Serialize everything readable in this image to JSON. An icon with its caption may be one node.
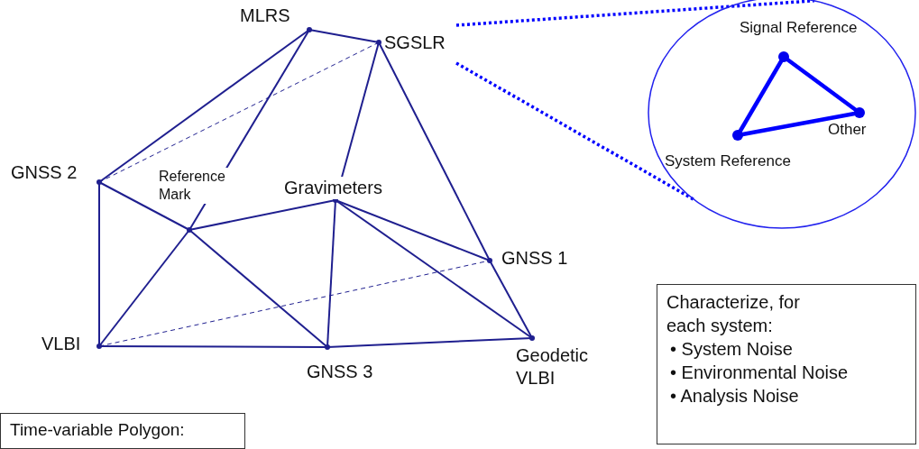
{
  "diagram": {
    "nodes": [
      {
        "text": [
          "MLRS"
        ]
      },
      {
        "text": [
          "SGSLR"
        ]
      },
      {
        "text": [
          "GNSS 2"
        ]
      },
      {
        "text": [
          "Reference Mark"
        ]
      },
      {
        "text": [
          "Gravimeters"
        ]
      },
      {
        "text": [
          "GNSS 1"
        ]
      },
      {
        "text": [
          "VLBI"
        ]
      },
      {
        "text": [
          "GNSS 3"
        ]
      },
      {
        "text": [
          "Geodetic VLBI"
        ]
      },
      {
        "text": [],
        "shape": "circle"
      },
      {
        "text": [
          "Signal Reference"
        ],
        "in": 9
      },
      {
        "text": [
          "Other"
        ],
        "in": 9
      },
      {
        "text": [
          "System Reference"
        ],
        "in": 9
      },
      {
        "text": [
          "Characterize, for each system:",
          "• System Noise",
          "• Environmental Noise",
          "• Analysis Noise"
        ]
      },
      {
        "text": [
          "Time-variable Polygon:"
        ]
      }
    ],
    "edges": [
      {
        "from": 0,
        "to": 1,
        "arrow": "none"
      },
      {
        "from": 0,
        "to": 2,
        "arrow": "none"
      },
      {
        "from": 0,
        "to": 3,
        "arrow": "none"
      },
      {
        "from": 1,
        "to": 2,
        "arrow": "none",
        "style": "dashed"
      },
      {
        "from": 1,
        "to": 4,
        "arrow": "none"
      },
      {
        "from": 1,
        "to": 5,
        "arrow": "none"
      },
      {
        "from": 5,
        "to": 8,
        "arrow": "none"
      },
      {
        "from": 2,
        "to": 6,
        "arrow": "none"
      },
      {
        "from": 2,
        "to": 3,
        "arrow": "none"
      },
      {
        "from": 3,
        "to": 4,
        "arrow": "none"
      },
      {
        "from": 3,
        "to": 6,
        "arrow": "none"
      },
      {
        "from": 3,
        "to": 7,
        "arrow": "none"
      },
      {
        "from": 4,
        "to": 7,
        "arrow": "none"
      },
      {
        "from": 4,
        "to": 5,
        "arrow": "none"
      },
      {
        "from": 4,
        "to": 8,
        "arrow": "none"
      },
      {
        "from": 6,
        "to": 7,
        "arrow": "none"
      },
      {
        "from": 6,
        "to": 5,
        "arrow": "none",
        "style": "dashed"
      },
      {
        "from": 7,
        "to": 8,
        "arrow": "none"
      },
      {
        "from": 1,
        "to": 9,
        "arrow": "none",
        "style": "dashed",
        "color": "#0000ff"
      },
      {
        "from": 1,
        "to": 9,
        "arrow": "none",
        "style": "dashed",
        "color": "#0000ff"
      },
      {
        "from": 10,
        "to": 11,
        "arrow": "none",
        "style": "thick",
        "color": "#0000ff"
      },
      {
        "from": 11,
        "to": 12,
        "arrow": "none",
        "style": "thick",
        "color": "#0000ff"
      },
      {
        "from": 12,
        "to": 10,
        "arrow": "none",
        "style": "thick",
        "color": "#0000ff"
      }
    ]
  }
}
